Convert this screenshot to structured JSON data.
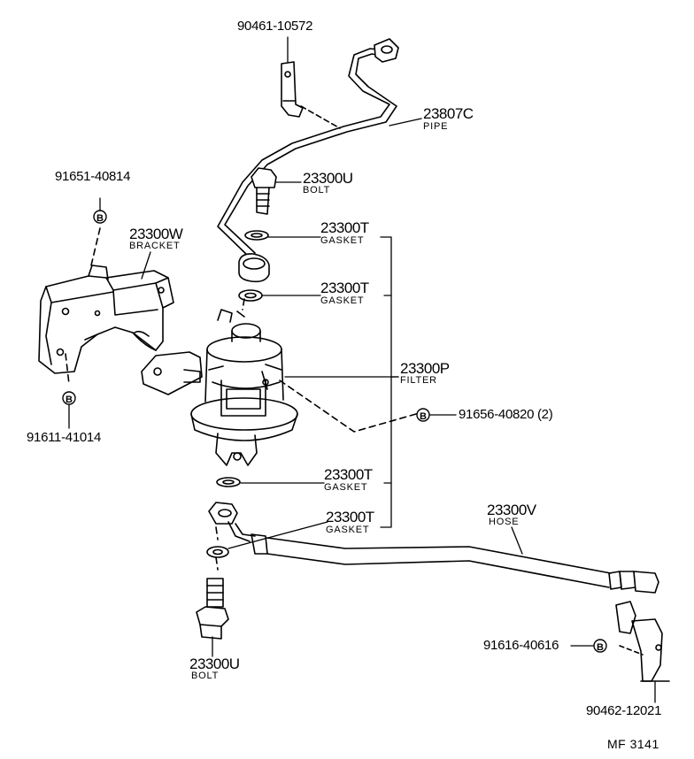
{
  "labels": {
    "pipe_clamp_pn": "90461-10572",
    "pipe_pn": "23807C",
    "pipe_name": "PIPE",
    "bolt_top_pn": "23300U",
    "bolt_top_name": "BOLT",
    "bracket_bolt_top_pn": "91651-40814",
    "bracket_pn": "23300W",
    "bracket_name": "BRACKET",
    "gasket1_pn": "23300T",
    "gasket1_name": "GASKET",
    "gasket2_pn": "23300T",
    "gasket2_name": "GASKET",
    "filter_pn": "23300P",
    "filter_name": "FILTER",
    "filter_bolt_pn": "91656-40820 (2)",
    "bracket_bolt_bottom_pn": "91611-41014",
    "gasket3_pn": "23300T",
    "gasket3_name": "GASKET",
    "gasket4_pn": "23300T",
    "gasket4_name": "GASKET",
    "hose_pn": "23300V",
    "hose_name": "HOSE",
    "clamp_bolt_pn": "91616-40616",
    "bolt_bottom_pn": "23300U",
    "bolt_bottom_name": "BOLT",
    "hose_clamp_pn": "90462-12021",
    "figure_code": "MF  3141"
  },
  "markers": {
    "bolt_symbol": "B"
  }
}
